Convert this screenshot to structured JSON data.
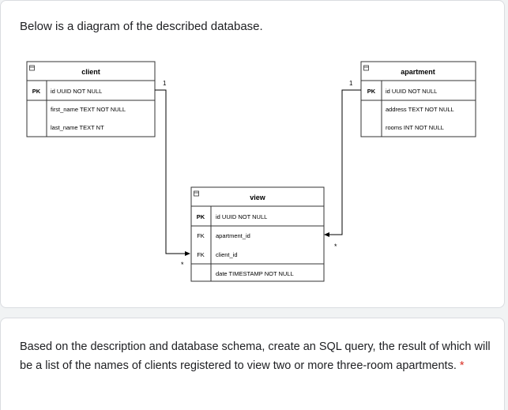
{
  "intro_text": "Below is a diagram of the described database.",
  "diagram": {
    "client": {
      "title": "client",
      "pk_key": "PK",
      "pk_field": "id UUID NOT NULL",
      "fields": [
        "first_name TEXT NOT NULL",
        "last_name TEXT NT"
      ]
    },
    "apartment": {
      "title": "apartment",
      "pk_key": "PK",
      "pk_field": "id UUID NOT NULL",
      "fields": [
        "address TEXT NOT NULL",
        "rooms INT NOT NULL"
      ]
    },
    "view": {
      "title": "view",
      "pk_key": "PK",
      "pk_field": "id UUID NOT NULL",
      "fk1_key": "FK",
      "fk1_field": "apartment_id",
      "fk2_key": "FK",
      "fk2_field": "client_id",
      "extra_field": "date TIMESTAMP NOT NULL"
    },
    "cardinality": {
      "client_one": "1",
      "apartment_one": "1",
      "many_left": "*",
      "many_right": "*"
    }
  },
  "question": {
    "text": "Based on the description and database schema, create an SQL query, the result of which will be a list of the names of clients registered to view two or more three-room apartments.",
    "required_mark": "*"
  },
  "colors": {
    "table_border": "#333333",
    "line": "#000000",
    "required": "#d93025",
    "card_bg": "#ffffff",
    "page_bg": "#f1f3f4"
  }
}
